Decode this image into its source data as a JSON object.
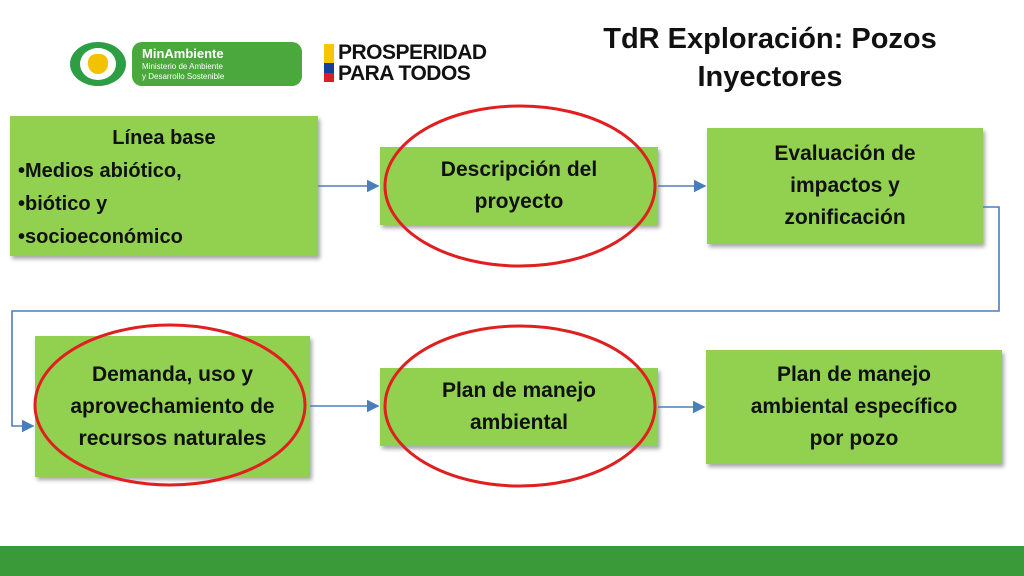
{
  "title_lines": [
    "TdR Exploración: Pozos",
    "Inyectores"
  ],
  "logos": {
    "minambiente_name": "MinAmbiente",
    "minambiente_subtitle_1": "Ministerio de Ambiente",
    "minambiente_subtitle_2": "y Desarrollo Sostenible",
    "prosperidad_line_1": "PROSPERIDAD",
    "prosperidad_line_2": "PARA TODOS"
  },
  "nodes": {
    "linea_base": {
      "heading": "Línea base",
      "bullets": [
        "Medios abiótico,",
        "biótico y",
        "socioeconómico"
      ]
    },
    "descripcion": [
      "Descripción del",
      "proyecto"
    ],
    "evaluacion": [
      "Evaluación de",
      "impactos y",
      "zonificación"
    ],
    "demanda": [
      "Demanda, uso y",
      "aprovechamiento de",
      "recursos naturales"
    ],
    "plan_manejo": [
      "Plan de manejo",
      "ambiental"
    ],
    "plan_especifico": [
      "Plan de manejo",
      "ambiental específico",
      "por pozo"
    ]
  },
  "colors": {
    "box_fill": "#92d050",
    "arrow": "#4a7ebb",
    "highlight_ellipse": "#e02020",
    "footer": "#3a9a3a"
  }
}
